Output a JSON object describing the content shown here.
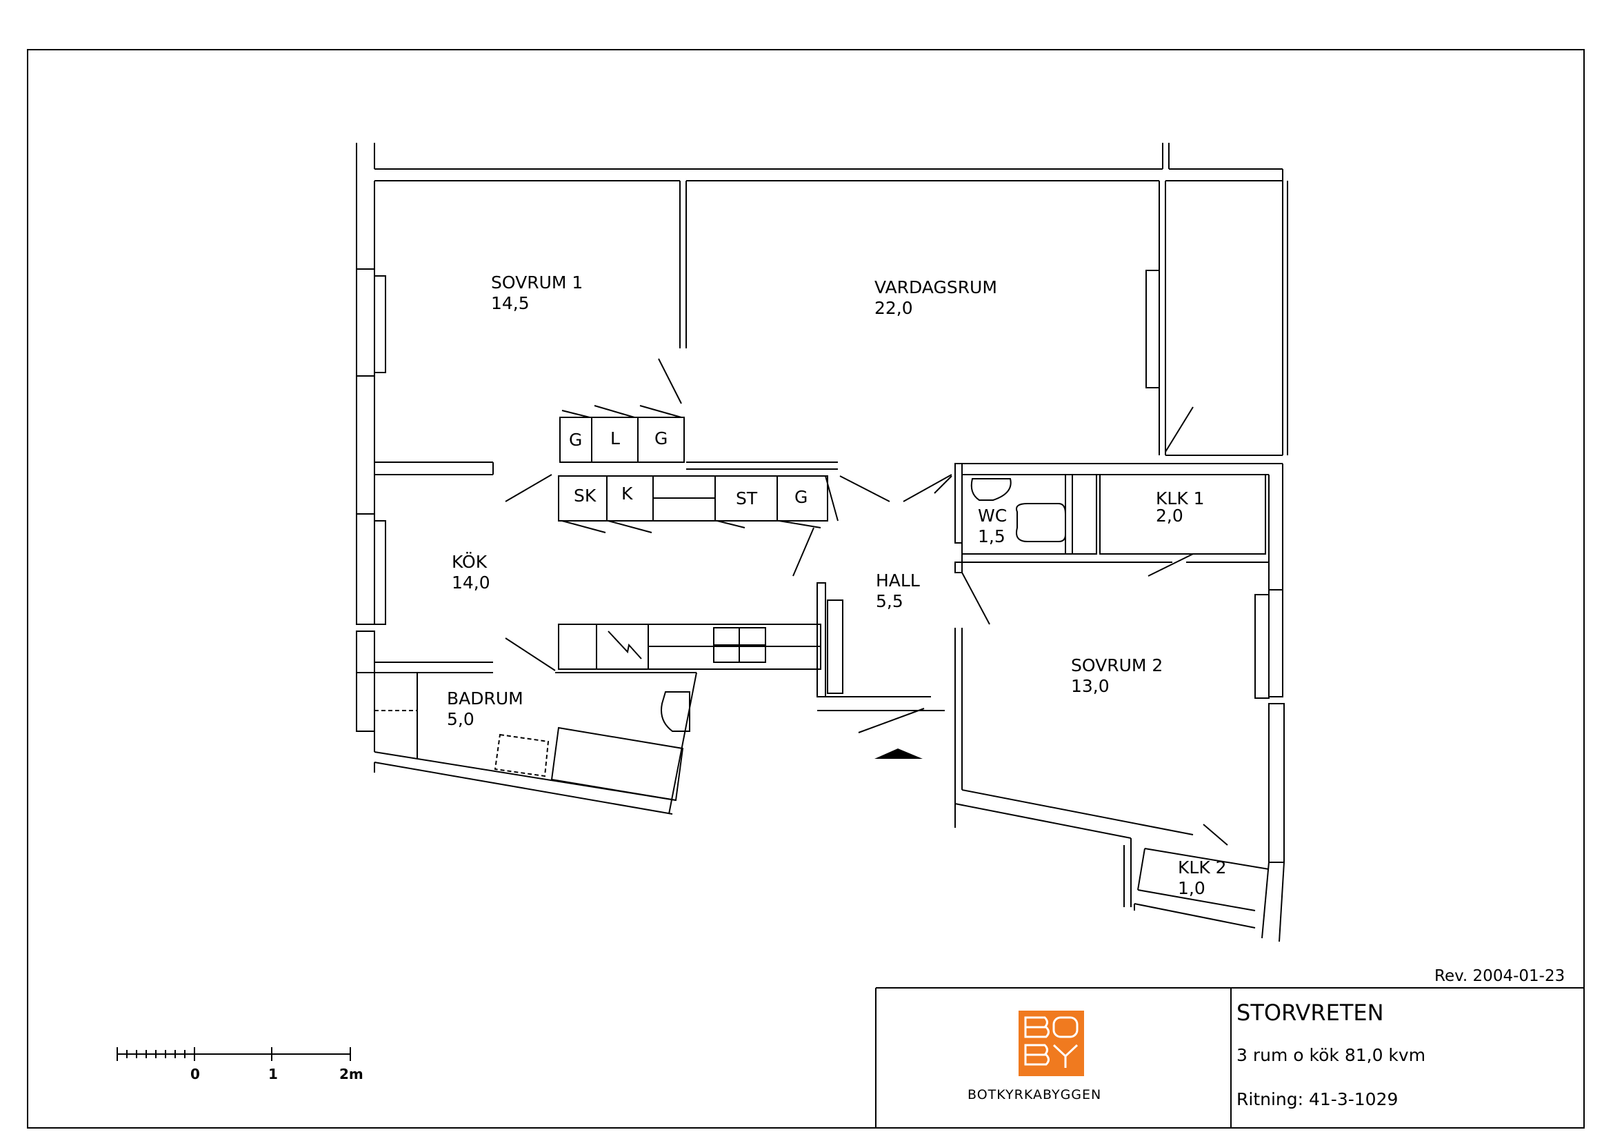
{
  "rooms": {
    "sovrum1": {
      "name": "SOVRUM 1",
      "area": "14,5"
    },
    "vardagsrum": {
      "name": "VARDAGSRUM",
      "area": "22,0"
    },
    "kok": {
      "name": "KÖK",
      "area": "14,0"
    },
    "hall": {
      "name": "HALL",
      "area": "5,5"
    },
    "wc": {
      "name": "WC",
      "area": "1,5"
    },
    "klk1": {
      "name": "KLK 1",
      "area": "2,0"
    },
    "sovrum2": {
      "name": "SOVRUM 2",
      "area": "13,0"
    },
    "badrum": {
      "name": "BADRUM",
      "area": "5,0"
    },
    "klk2": {
      "name": "KLK 2",
      "area": "1,0"
    }
  },
  "fixtures": {
    "upper_g1": "G",
    "upper_l": "L",
    "upper_g2": "G",
    "sk": "SK",
    "k": "K",
    "st": "ST",
    "g": "G"
  },
  "scale_bar": {
    "ticks": [
      "0",
      "1",
      "2m"
    ]
  },
  "title_block": {
    "revision": "Rev. 2004-01-23",
    "logo_text": "BOTKYRKABYGGEN",
    "project": "STORVRETEN",
    "description": "3 rum o kök 81,0 kvm",
    "drawing_number": "Ritning: 41-3-1029"
  },
  "colors": {
    "logo": "#f07a1f",
    "lines": "#000000"
  }
}
